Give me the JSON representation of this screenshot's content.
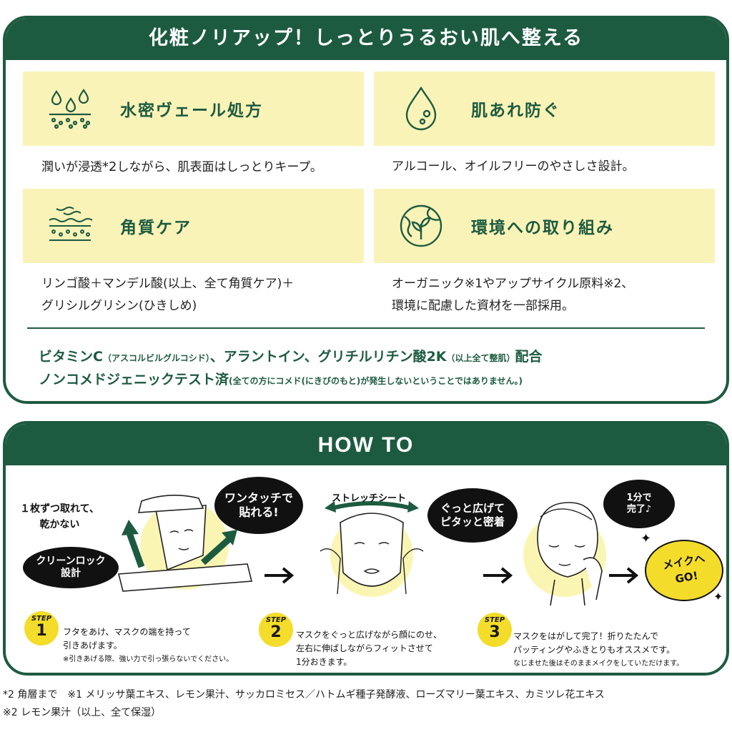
{
  "features": {
    "title": "化粧ノリアップ！しっとりうるおい肌へ整える",
    "cards": [
      {
        "icon": "water-drops-skin-icon",
        "title": "水密ヴェール処方",
        "desc": [
          "潤いが浸透",
          "*2",
          "しながら、肌表面はしっとりキープ。"
        ]
      },
      {
        "icon": "single-drop-icon",
        "title": "肌あれ防ぐ",
        "desc": [
          "アルコール、オイルフリーのやさしさ設計。"
        ]
      },
      {
        "icon": "skin-layer-care-icon",
        "title": "角質ケア",
        "desc": [
          "リンゴ酸＋マンデル酸(以上、全て角質ケア)＋",
          "グリシルグリシン(ひきしめ)"
        ]
      },
      {
        "icon": "globe-leaf-icon",
        "title": "環境への取り組み",
        "desc": [
          "オーガニック※1やアップサイクル原料※2、",
          "環境に配慮した資材を一部採用。"
        ]
      }
    ],
    "ingredients_line": {
      "a": "ビタミンC",
      "a_note": "（アスコルビルグルコシド）",
      "b": "、アラントイン、グリチルリチン酸2K",
      "b_note": "（以上全て整肌）",
      "c": "配合"
    },
    "noncomedo_line": {
      "a": "ノンコメドジェニックテスト済",
      "a_note": "(全ての方にコメド(にきびのもと)が発生しないということではありません。)"
    }
  },
  "howto": {
    "title": "HOW TO",
    "callouts": {
      "one_sheet": [
        "１枚ずつ取れて、",
        "乾かない"
      ],
      "clean_lock": [
        "クリーンロック",
        "設計"
      ],
      "one_touch": [
        "ワンタッチで",
        "貼れる!"
      ],
      "stretch_sheet": "ストレッチシート",
      "spread": [
        "ぐっと広げて",
        "ピタッと密着"
      ],
      "one_minute": [
        "1分で",
        "完了♪"
      ],
      "go_makeup": [
        "メイクへ",
        "GO!"
      ]
    },
    "steps": [
      {
        "label": "STEP",
        "num": "1",
        "lines": [
          "フタをあけ、マスクの端を持って",
          "引きあげます。"
        ],
        "note": "※引きあげる際、強い力で引っ張らないでください。"
      },
      {
        "label": "STEP",
        "num": "2",
        "lines": [
          "マスクをぐっと広げながら顔にのせ、",
          "左右に伸ばしながらフィットさせて",
          "1分おきます。"
        ],
        "note": ""
      },
      {
        "label": "STEP",
        "num": "3",
        "lines": [
          "マスクをはがして完了！折りたたんで",
          "パッティングやふきとりもオススメです。"
        ],
        "note": "なじませた後はそのままメイクをしていただけます。"
      }
    ]
  },
  "footnotes": [
    "*2 角層まで　※1 メリッサ葉エキス、レモン果汁、サッカロミセス／ハトムギ種子発酵液、ローズマリー葉エキス、カミツレ花エキス",
    "※2 レモン果汁（以上、全て保湿）"
  ],
  "colors": {
    "brand_green": "#1d5b40",
    "card_yellow": "#faf3b8",
    "step_yellow": "#f4dc2a",
    "highlight_yellow": "#fbf5b4"
  }
}
